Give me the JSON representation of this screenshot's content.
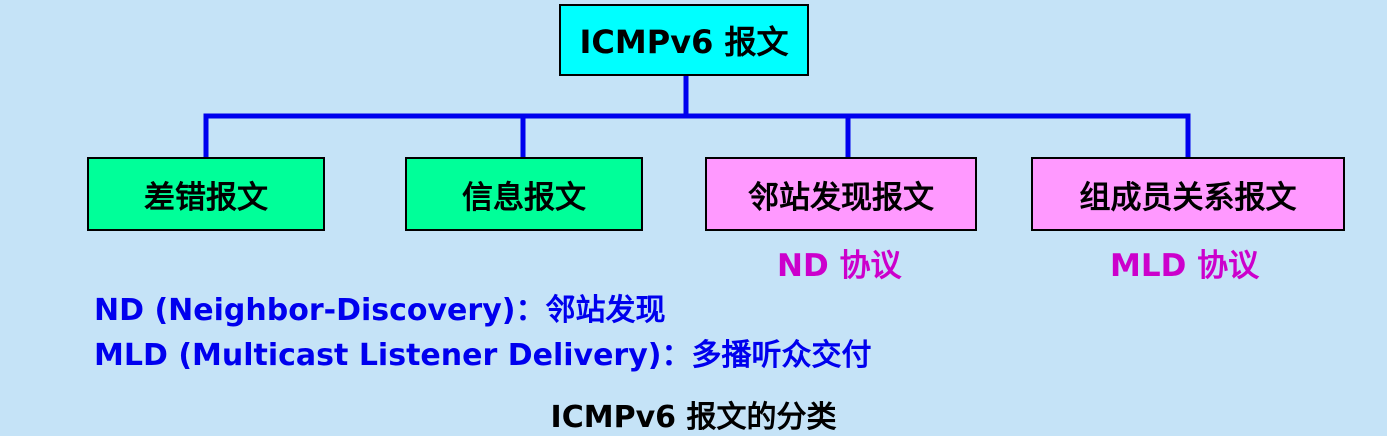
{
  "root": {
    "label": "ICMPv6 报文"
  },
  "categories": [
    {
      "label": "差错报文"
    },
    {
      "label": "信息报文"
    },
    {
      "label": "邻站发现报文",
      "protocol": "ND 协议"
    },
    {
      "label": "组成员关系报文",
      "protocol": "MLD 协议"
    }
  ],
  "notes": [
    "ND (Neighbor-Discovery)：邻站发现",
    "MLD (Multicast Listener Delivery)：多播听众交付"
  ],
  "caption": "ICMPv6 报文的分类",
  "colors": {
    "background": "#c5e3f7",
    "root_fill": "#00ffff",
    "category_fill_green": "#00ff99",
    "category_fill_pink": "#ff99ff",
    "connector": "#0000ee",
    "protocol_text": "#cc00cc",
    "note_text": "#0000ee"
  }
}
